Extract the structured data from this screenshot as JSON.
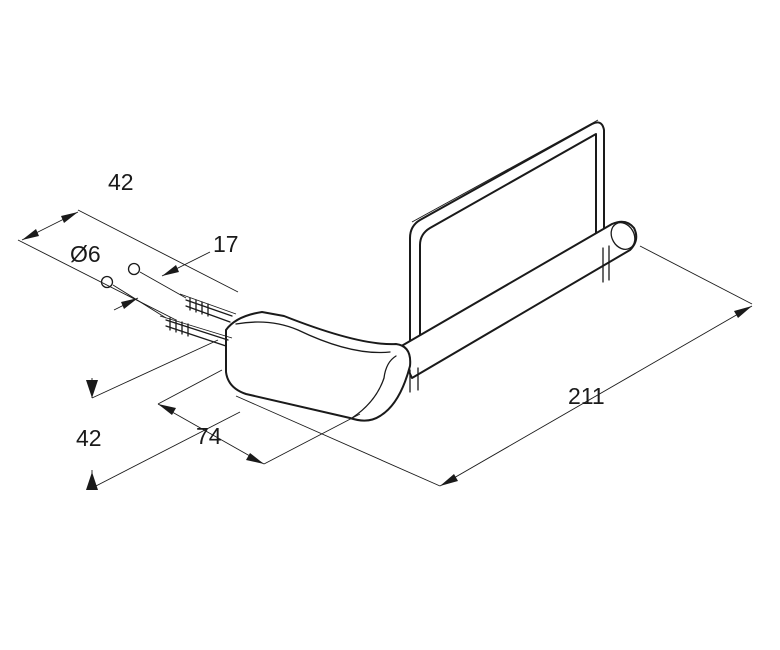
{
  "dimensions": {
    "top_width": "42",
    "hole_diameter": "Ø6",
    "hole_spacing": "17",
    "bottom_height": "42",
    "base_depth": "74",
    "overall_length": "211"
  },
  "colors": {
    "stroke": "#1a1a1a",
    "background": "#ffffff"
  }
}
